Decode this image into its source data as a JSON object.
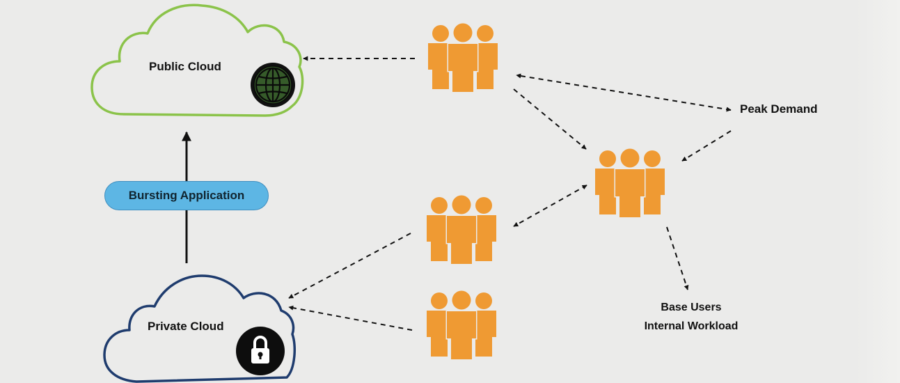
{
  "clouds": {
    "public": {
      "label": "Public Cloud",
      "icon": "globe-icon",
      "outline_color": "#8bc34a"
    },
    "private": {
      "label": "Private Cloud",
      "icon": "lock-icon",
      "outline_color": "#1f3c6e"
    }
  },
  "bursting": {
    "label": "Bursting Application",
    "fill_color": "#5db6e4"
  },
  "users": {
    "icon": "user-group-icon",
    "color": "#ef9a33"
  },
  "labels": {
    "peak_demand": "Peak Demand",
    "base_users_line1": "Base Users",
    "base_users_line2": "Internal Workload"
  },
  "connectors": {
    "style": "dashed",
    "color": "#111111"
  }
}
